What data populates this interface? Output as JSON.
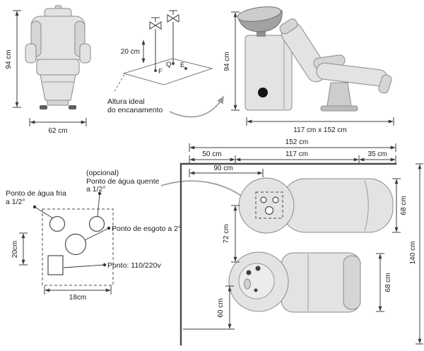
{
  "colors": {
    "line": "#3c3c3c",
    "fill_light": "#e3e3e3",
    "fill_dark": "#a2a2a2",
    "background": "#ffffff"
  },
  "front_view": {
    "height": "94 cm",
    "width": "62 cm"
  },
  "plumbing_sketch": {
    "height": "20 cm",
    "point_f": "F",
    "point_q": "Q",
    "point_e": "E",
    "caption_line1": "Altura ideal",
    "caption_line2": "do encanamento"
  },
  "side_view": {
    "height": "94 cm",
    "footprint": "117 cm x 152 cm"
  },
  "installation_points": {
    "cold_water_line1": "Ponto de água fria",
    "cold_water_line2": "a 1/2°",
    "hot_water_optional": "(opcional)",
    "hot_water_line1": "Ponto de água quente",
    "hot_water_line2": "a 1/2°",
    "drain": "Ponto de esgoto a 2°",
    "power": "Ponto: 110/220v",
    "box_height": "20cm",
    "box_width": "18cm"
  },
  "floor_plan": {
    "total_width": "152 cm",
    "segment_left": "50 cm",
    "segment_center": "117 cm",
    "segment_right": "35 cm",
    "wall_to_points": "90 cm",
    "washing_chair_width": "68 cm",
    "total_depth": "140 cm",
    "styling_chair_width": "68 cm",
    "between_chairs": "72 cm",
    "chair_to_edge": "60 cm"
  }
}
